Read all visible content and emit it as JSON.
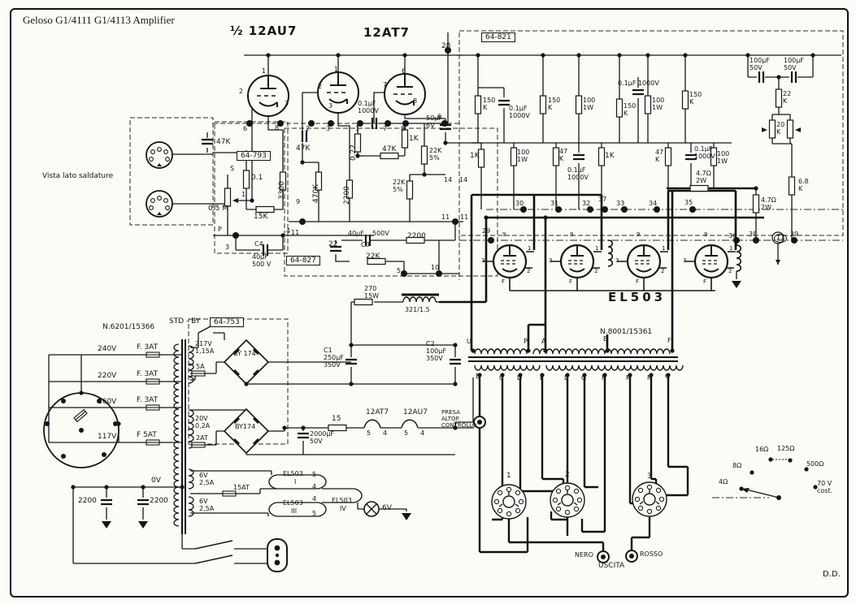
{
  "title": "Geloso G1/4111 G1/4113 Amplifier",
  "signature": "D.D.",
  "tubes": {
    "v1": "½ 12AU7",
    "v2": "12AT7",
    "power": "EL503"
  },
  "modules": {
    "driver": "64-821",
    "input": "64-793",
    "preamp": "64-827",
    "rectifier": "64-753"
  },
  "input": {
    "vista": "Vista lato saldature",
    "r_in": "47K",
    "pot": "0.5 M",
    "s": "S",
    "one": "1",
    "p": "P",
    "r01": "0.1",
    "r3300": "3300",
    "r15k": "15K",
    "c4": "C4",
    "c4_val": "40μF\n500 V",
    "n3": "3",
    "n4": "4",
    "n6": "6",
    "n8": "8"
  },
  "preamp": {
    "cc": "47K",
    "r470k": "470K",
    "r2200": "2200",
    "r022": "0.22",
    "c01": "0.1μF\n1000V",
    "r1k": "1K",
    "c50": "50μF\n6V",
    "r47k": "47K",
    "r22k5": "22K\n5%",
    "c3name": "C3",
    "c3v1": "40μF",
    "c3v2": "500V",
    "r2200b": "2200",
    "c22": "22",
    "r22k": "22K",
    "n1": "1",
    "n2": "2",
    "n3": "3",
    "n5": "5",
    "n6": "6",
    "n7": "7",
    "n8": "8",
    "n9": "9",
    "n10": "10",
    "n11": "11",
    "n14": "14",
    "n28": "28"
  },
  "driver": {
    "r150k": "150\nK",
    "r100": "100\n1W",
    "c01": "0.1μF\n1000V",
    "c01h": "0.1μF 1000V",
    "r1k": "1K",
    "r47k": "47\nK",
    "r47e": "4.7Ω\n2W",
    "r68k": "6.8\nK",
    "c100": "100μF\n50V",
    "r22k": "22\nK",
    "pot": "20\nK"
  },
  "stage": {
    "pins": [
      "9",
      "1",
      "2",
      "3",
      "F"
    ],
    "n29": "29",
    "n30": "30",
    "n31": "31",
    "n32": "32",
    "n33": "33",
    "n34": "34",
    "n35": "35",
    "n36": "36",
    "n37": "37",
    "n38": "38",
    "n39": "39",
    "n11": "11"
  },
  "choke": {
    "r270": "270\n15W",
    "val": "321/1.5"
  },
  "psu": {
    "xfmr": "N.6201/15366",
    "stdby": "STD - BY",
    "taps": [
      {
        "v": "240V",
        "f": "F. 3AT"
      },
      {
        "v": "220V",
        "f": "F. 3AT"
      },
      {
        "v": "160V",
        "f": "F. 3AT"
      },
      {
        "v": "117V",
        "f": "F 5AT"
      }
    ],
    "zero": "0V",
    "w217": "217V\n1,15A",
    "f5a": "5A",
    "br1": "BY 174",
    "br2": "BY174",
    "w20": "20V\n0,2A",
    "f2at": "2AT",
    "w6": "6V\n2,5A",
    "f15at": "15AT",
    "c2200": "2200",
    "c1": "C1\n250μF\n350V",
    "c2": "C2\n100μF\n350V"
  },
  "heat": {
    "r15": "15",
    "c2000": "2000μF\n50V",
    "v2": "12AT7",
    "v1": "12AU7",
    "p5": "5",
    "p4": "4",
    "el": "EL503",
    "i": "I",
    "iii": "III",
    "iv": "IV",
    "lamp": "6V",
    "presa": "PRESA\nALTOP.\nCONTROLLO"
  },
  "out": {
    "xfmr": "N.8001/15361",
    "prim": [
      "U",
      "P",
      "A",
      "E",
      "F"
    ],
    "sec": [
      "B",
      "C",
      "D",
      "I",
      "L",
      "G",
      "H",
      "M",
      "N",
      "O"
    ],
    "sw": [
      "1",
      "2",
      "3"
    ],
    "nero": "NERO",
    "rosso": "ROSSO",
    "uscita": "USCITA",
    "imp": [
      "4Ω",
      "8Ω",
      "16Ω",
      "125Ω",
      "500Ω"
    ],
    "v70": "70 V\ncost."
  }
}
